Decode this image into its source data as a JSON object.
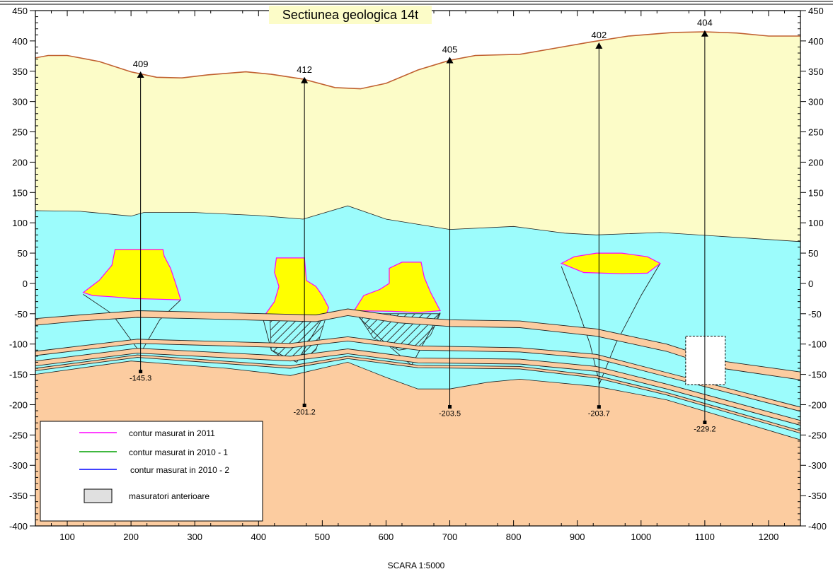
{
  "title": "Sectiunea geologica 14t",
  "scale_label": "SCARA 1:5000",
  "axes": {
    "x_range": [
      50,
      1250
    ],
    "y_range": [
      -400,
      450
    ],
    "x_ticks": [
      100,
      200,
      300,
      400,
      500,
      600,
      700,
      800,
      900,
      1000,
      1100,
      1200
    ],
    "y_ticks": [
      450,
      400,
      350,
      300,
      250,
      200,
      150,
      100,
      50,
      0,
      -50,
      -100,
      -150,
      -200,
      -250,
      -300,
      -350,
      -400
    ]
  },
  "colors": {
    "upper_layer": "#fcfcc8",
    "middle_layer": "#9cfcfc",
    "lower_layer": "#fccca0",
    "topography": "#c06030",
    "ore": "#ffff00",
    "contour_2011": "#ff00ff",
    "contour_2010_1": "#00a000",
    "contour_2010_2": "#0000ff",
    "previous": "#e0e0e0"
  },
  "boreholes": [
    {
      "id": "409",
      "x": 215,
      "top": 345,
      "bottom": -145.3,
      "depth_label": "-145.3"
    },
    {
      "id": "412",
      "x": 472,
      "top": 336,
      "bottom": -201.2,
      "depth_label": "-201.2"
    },
    {
      "id": "405",
      "x": 700,
      "top": 369,
      "bottom": -203.5,
      "depth_label": "-203.5"
    },
    {
      "id": "402",
      "x": 934,
      "top": 393,
      "bottom": -203.7,
      "depth_label": "-203.7"
    },
    {
      "id": "404",
      "x": 1100,
      "top": 413,
      "bottom": -229.2,
      "depth_label": "-229.2"
    }
  ],
  "legend": {
    "items": [
      {
        "label": "contur masurat in 2011",
        "type": "line",
        "color": "#ff00ff"
      },
      {
        "label": "contur masurat in 2010 - 1",
        "type": "line",
        "color": "#00a000"
      },
      {
        "label": "contur masurat in 2010 - 2",
        "type": "line",
        "color": "#0000ff"
      },
      {
        "label": "masuratori anterioare",
        "type": "box",
        "color": "#e0e0e0"
      }
    ]
  }
}
